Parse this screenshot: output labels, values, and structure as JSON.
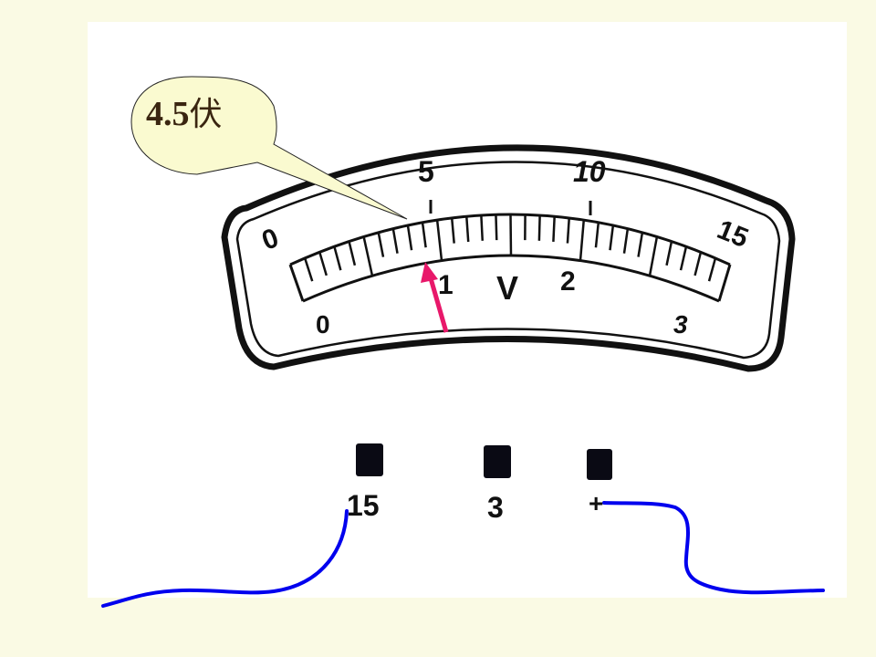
{
  "callout": {
    "value": "4.5",
    "unit": "伏"
  },
  "meter": {
    "unit_symbol": "V",
    "upper_scale": {
      "labels": [
        "0",
        "5",
        "10",
        "15"
      ],
      "max": 15
    },
    "lower_scale": {
      "labels": [
        "0",
        "1",
        "2",
        "3"
      ],
      "max": 3
    },
    "pointer_reading": 4.5
  },
  "terminals": [
    {
      "label": "15",
      "connected": true
    },
    {
      "label": "3",
      "connected": false
    },
    {
      "label": "+",
      "connected": true
    }
  ],
  "colors": {
    "background": "#fafae4",
    "panel": "#ffffff",
    "callout_fill": "#fafad0",
    "arrow": "#e8186a",
    "wire": "#0000ee",
    "ink": "#111111"
  }
}
